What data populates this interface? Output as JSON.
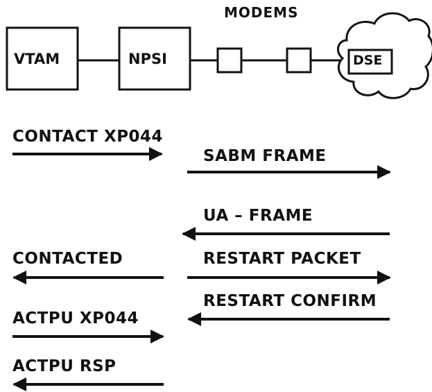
{
  "topology": {
    "modems_label": "MODEMS",
    "nodes": {
      "vtam": "VTAM",
      "npsi": "NPSI",
      "dse": "DSE"
    }
  },
  "messages": {
    "contact": "CONTACT XP044",
    "sabm": "SABM FRAME",
    "ua": "UA – FRAME",
    "contacted": "CONTACTED",
    "restart_packet": "RESTART PACKET",
    "restart_confirm": "RESTART CONFIRM",
    "actpu": "ACTPU XP044",
    "actpu_rsp": "ACTPU RSP"
  }
}
